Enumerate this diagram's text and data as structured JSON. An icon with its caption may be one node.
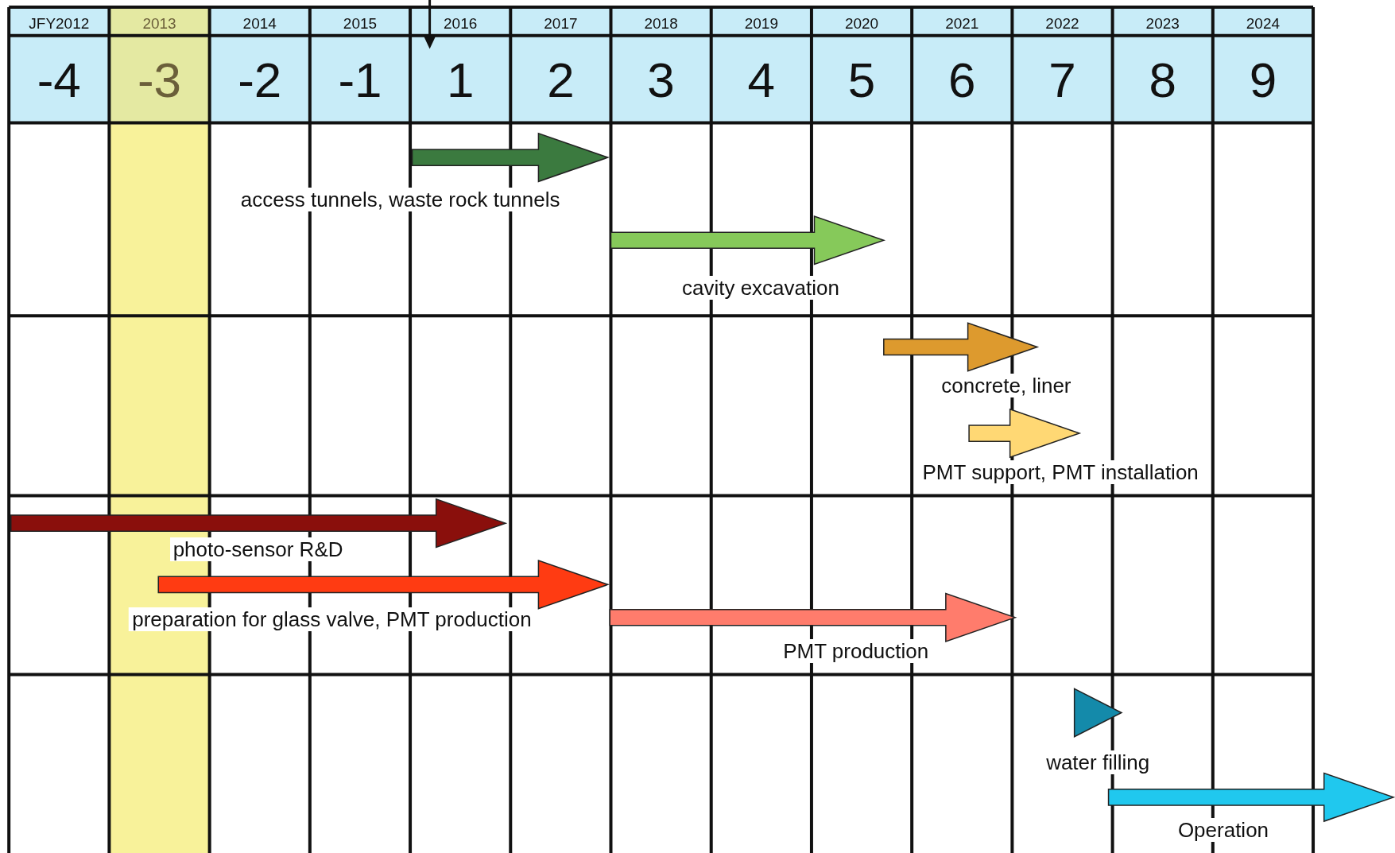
{
  "diagram": {
    "labels": [
      "JFY2012",
      "2013",
      "2014",
      "2015",
      "2016",
      "2017",
      "2018",
      "2019",
      "2020",
      "2021",
      "2022",
      "2023",
      "2024",
      "-4",
      "-3",
      "-2",
      "-1",
      "1",
      "2",
      "3",
      "4",
      "5",
      "6",
      "7",
      "8",
      "9",
      "access tunnels, waste rock tunnels",
      "cavity excavation",
      "concrete, liner",
      "PMT support, PMT installation",
      "photo-sensor R&D",
      "preparation for glass valve, PMT production",
      "PMT production",
      "water filling",
      "Operation"
    ]
  }
}
